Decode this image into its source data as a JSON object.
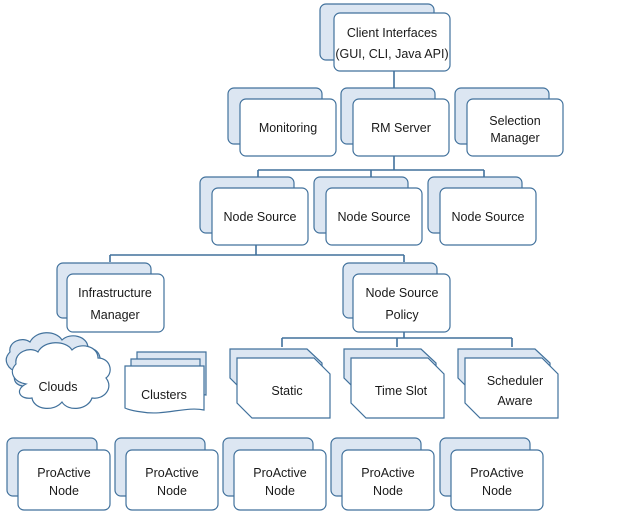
{
  "client": {
    "line1": "Client Interfaces",
    "line2": "(GUI, CLI, Java API)"
  },
  "monitoring": "Monitoring",
  "rm_server": "RM Server",
  "selection": {
    "line1": "Selection",
    "line2": "Manager"
  },
  "node_sources": [
    "Node Source",
    "Node Source",
    "Node Source"
  ],
  "infra": {
    "line1": "Infrastructure",
    "line2": "Manager"
  },
  "policy": {
    "line1": "Node Source",
    "line2": "Policy"
  },
  "clouds": "Clouds",
  "clusters": "Clusters",
  "static": "Static",
  "time_slot": "Time Slot",
  "scheduler": {
    "line1": "Scheduler",
    "line2": "Aware"
  },
  "proactive_nodes": [
    {
      "line1": "ProActive",
      "line2": "Node"
    },
    {
      "line1": "ProActive",
      "line2": "Node"
    },
    {
      "line1": "ProActive",
      "line2": "Node"
    },
    {
      "line1": "ProActive",
      "line2": "Node"
    },
    {
      "line1": "ProActive",
      "line2": "Node"
    }
  ]
}
